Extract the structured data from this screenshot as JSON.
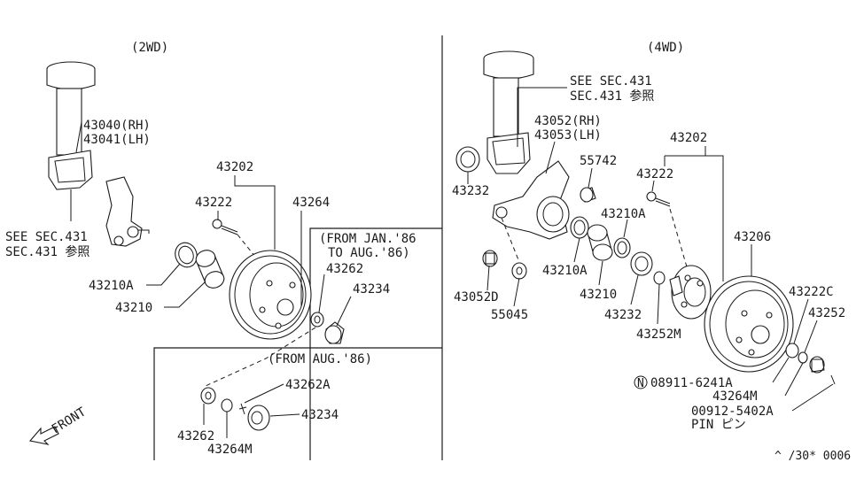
{
  "sections": {
    "left_title": "(2WD)",
    "right_title": "(4WD)",
    "from_jan": "(FROM JAN.'86",
    "to_aug": "TO AUG.'86)",
    "from_aug": "(FROM AUG.'86)"
  },
  "left_labels": {
    "strut_rh": "43040(RH)",
    "strut_lh": "43041(LH)",
    "see_sec": "SEE SEC.431",
    "sec_ref": "SEC.431 参照",
    "drum": "43202",
    "bolt": "43222",
    "plate": "43264",
    "bearing_outer": "43210A",
    "bearing": "43210",
    "washer": "43262",
    "cap": "43234",
    "washer_b": "43262",
    "lock_a": "43262A",
    "nut_m": "43264M",
    "cap_b": "43234"
  },
  "right_labels": {
    "see_sec": "SEE SEC.431",
    "sec_ref": "SEC.431 参照",
    "knuckle_rh": "43052(RH)",
    "knuckle_lh": "43053(LH)",
    "seal": "43232",
    "spacer": "55742",
    "hub": "43202",
    "bolt": "43222",
    "bearing_outer": "43210A",
    "drum": "43206",
    "washer_c": "43222C",
    "nut": "43252",
    "bushing_d": "43052D",
    "bushing": "55045",
    "bearing_inner": "43210A",
    "bearing": "43210",
    "seal_b": "43232",
    "nut_m": "43252M",
    "nut_n_prefix": "N",
    "nut_n": "08911-6241A",
    "washer_m": "43264M",
    "pin_no": "00912-5402A",
    "pin": "PIN ピン"
  },
  "front_label": "FRONT",
  "footer_code": "^ /30* 0006"
}
